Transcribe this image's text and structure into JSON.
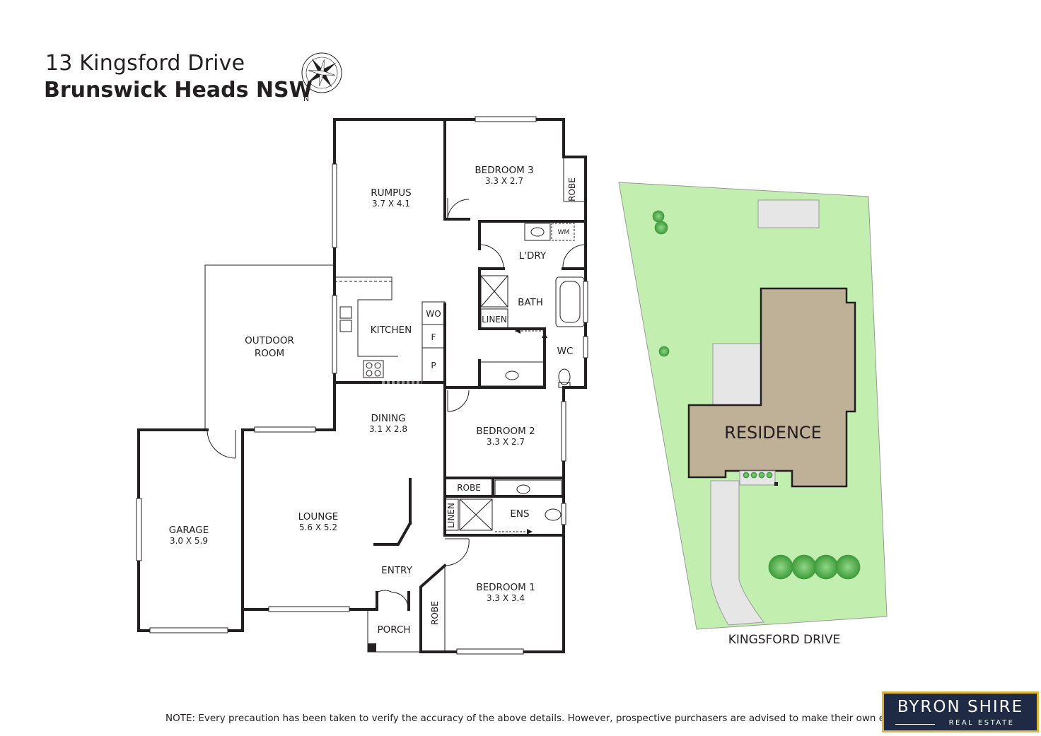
{
  "header": {
    "street_address": "13 Kingsford Drive",
    "suburb": "Brunswick Heads NSW"
  },
  "compass": {
    "north_label": "N"
  },
  "rooms": {
    "rumpus": {
      "name": "RUMPUS",
      "dims": "3.7 X 4.1"
    },
    "bedroom3": {
      "name": "BEDROOM 3",
      "dims": "3.3 X 2.7"
    },
    "robe_b3": "ROBE",
    "wm": "WM",
    "laundry": "L'DRY",
    "bath": "BATH",
    "linen_bath": "LINEN",
    "wc": "WC",
    "kitchen": "KITCHEN",
    "wo": "WO",
    "fridge": "F",
    "pantry": "P",
    "outdoor_room": {
      "line1": "OUTDOOR",
      "line2": "ROOM"
    },
    "dining": {
      "name": "DINING",
      "dims": "3.1 X 2.8"
    },
    "bedroom2": {
      "name": "BEDROOM 2",
      "dims": "3.3 X 2.7"
    },
    "robe_b2": "ROBE",
    "linen_ens": "LINEN",
    "ens": "ENS",
    "lounge": {
      "name": "LOUNGE",
      "dims": "5.6 X 5.2"
    },
    "garage": {
      "name": "GARAGE",
      "dims": "3.0 X 5.9"
    },
    "entry": "ENTRY",
    "porch": "PORCH",
    "bedroom1": {
      "name": "BEDROOM 1",
      "dims": "3.3 X 3.4"
    },
    "robe_b1": "ROBE"
  },
  "site_plan": {
    "residence_label": "RESIDENCE",
    "street_label": "KINGSFORD DRIVE",
    "colors": {
      "lawn": "#c2efb0",
      "residence": "#bfb198",
      "driveway": "#e6e6e6",
      "tree": "#5fb85a"
    }
  },
  "footer": {
    "note": "NOTE: Every precaution has been taken to verify the accuracy of the above details. However, prospective purchasers are advised to make their own enquiries."
  },
  "logo": {
    "line1": "BYRON SHIRE",
    "line2": "REAL ESTATE",
    "colors": {
      "bg": "#1f2a44",
      "border": "#e0b33a"
    }
  }
}
